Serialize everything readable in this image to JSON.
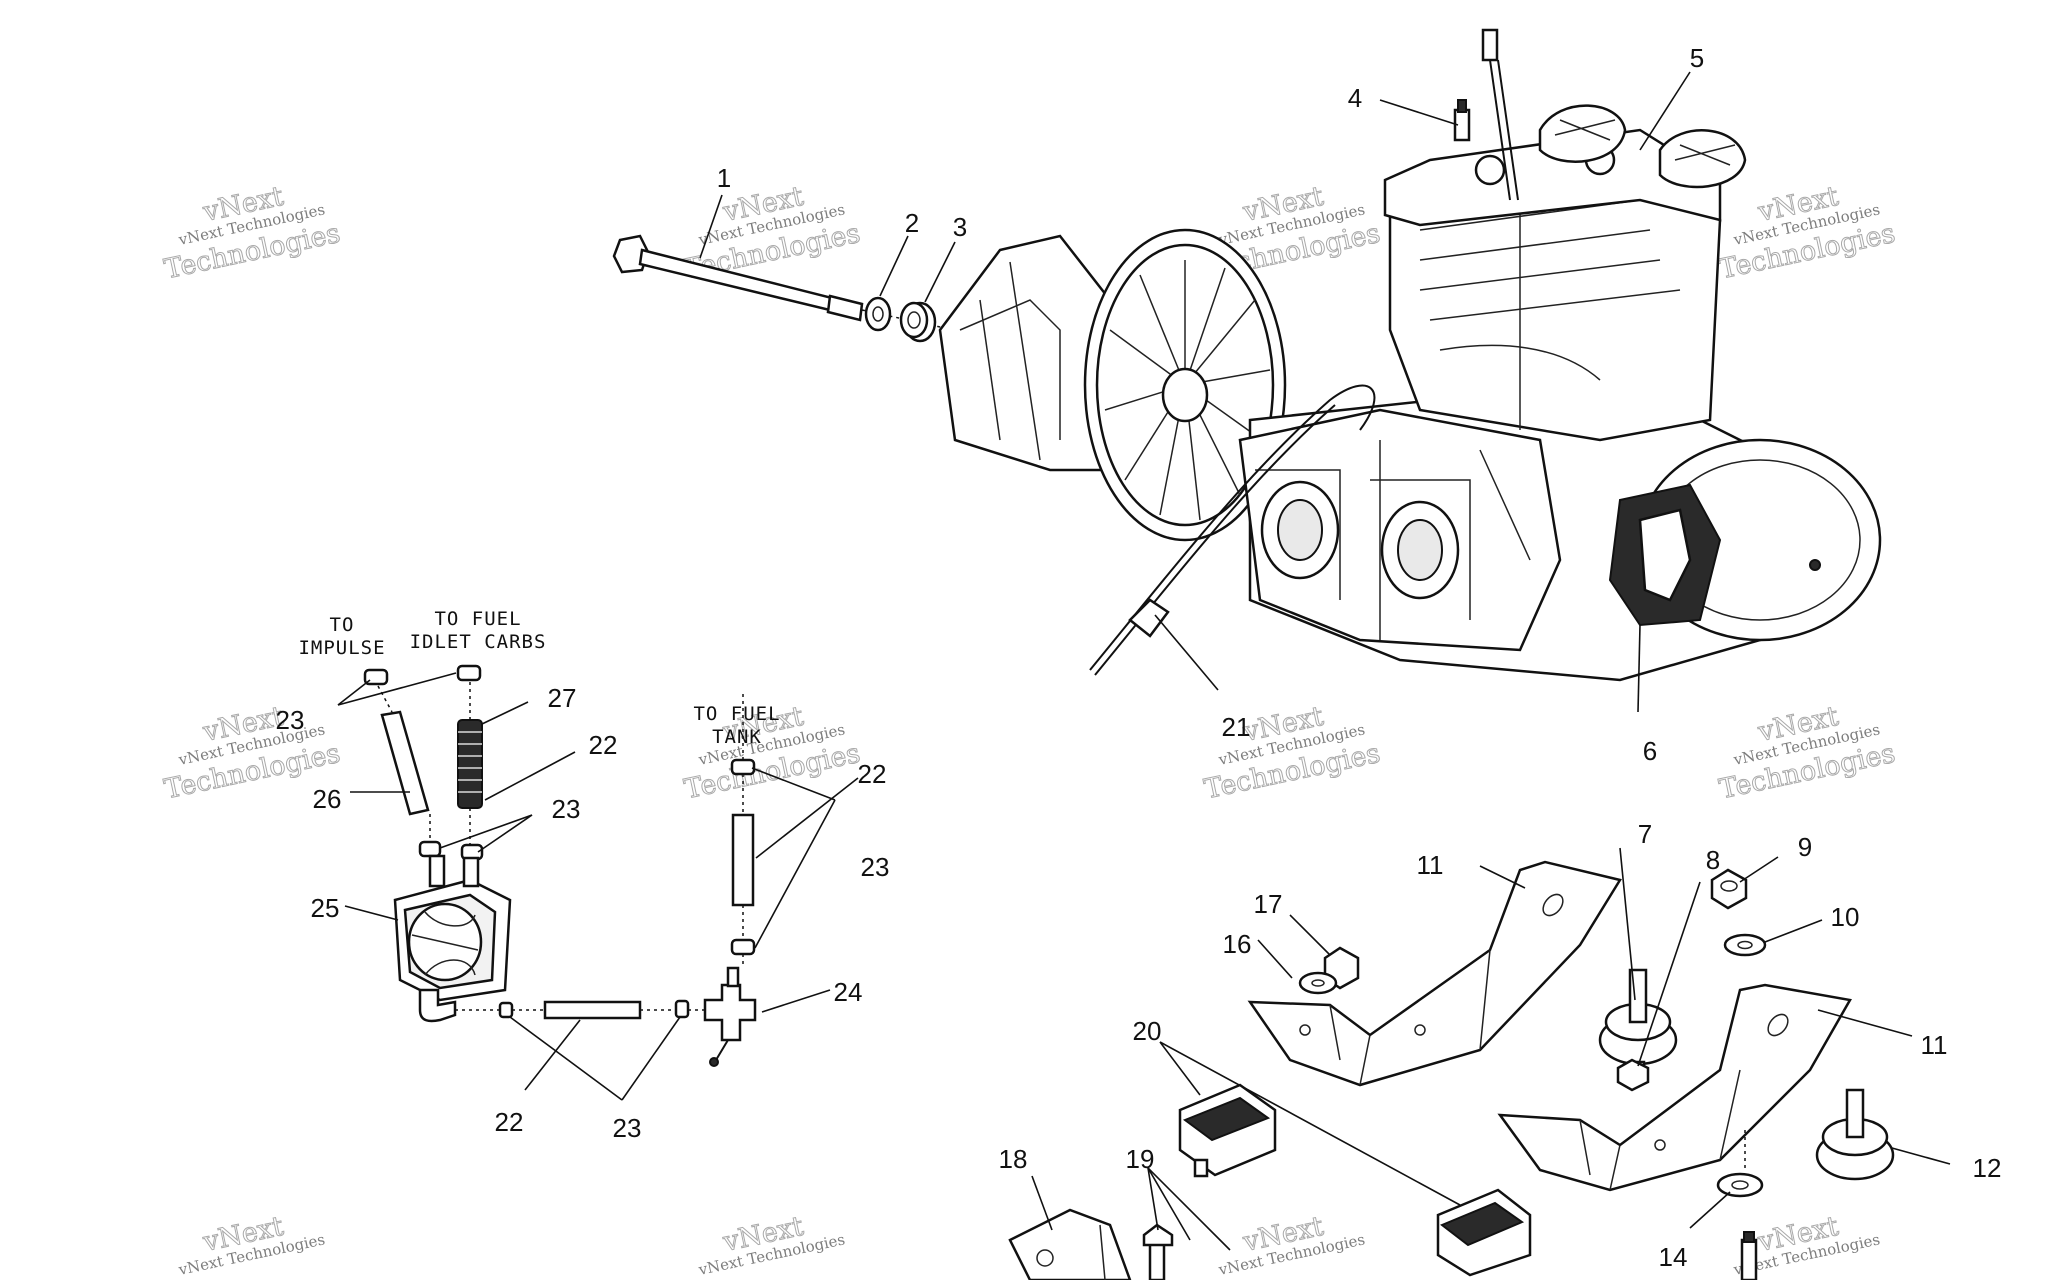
{
  "callouts": {
    "c1": "1",
    "c2": "2",
    "c3": "3",
    "c4": "4",
    "c5": "5",
    "c6": "6",
    "c7": "7",
    "c8": "8",
    "c9": "9",
    "c10": "10",
    "c11a": "11",
    "c11b": "11",
    "c12": "12",
    "c14": "14",
    "c16": "16",
    "c17": "17",
    "c18": "18",
    "c19": "19",
    "c20": "20",
    "c21": "21",
    "c22a": "22",
    "c22b": "22",
    "c22c": "22",
    "c23a": "23",
    "c23b": "23",
    "c23c": "23",
    "c23d": "23",
    "c24": "24",
    "c25": "25",
    "c26": "26",
    "c27": "27"
  },
  "notes": {
    "impulse_l1": "TO",
    "impulse_l2": "IMPULSE",
    "carbs_l1": "TO FUEL",
    "carbs_l2": "IDLET CARBS",
    "tank_l1": "TO FUEL",
    "tank_l2": "TANK"
  },
  "watermark": {
    "line1": "vNext Technologies",
    "line2": "vNext",
    "line3": "Technologies"
  }
}
